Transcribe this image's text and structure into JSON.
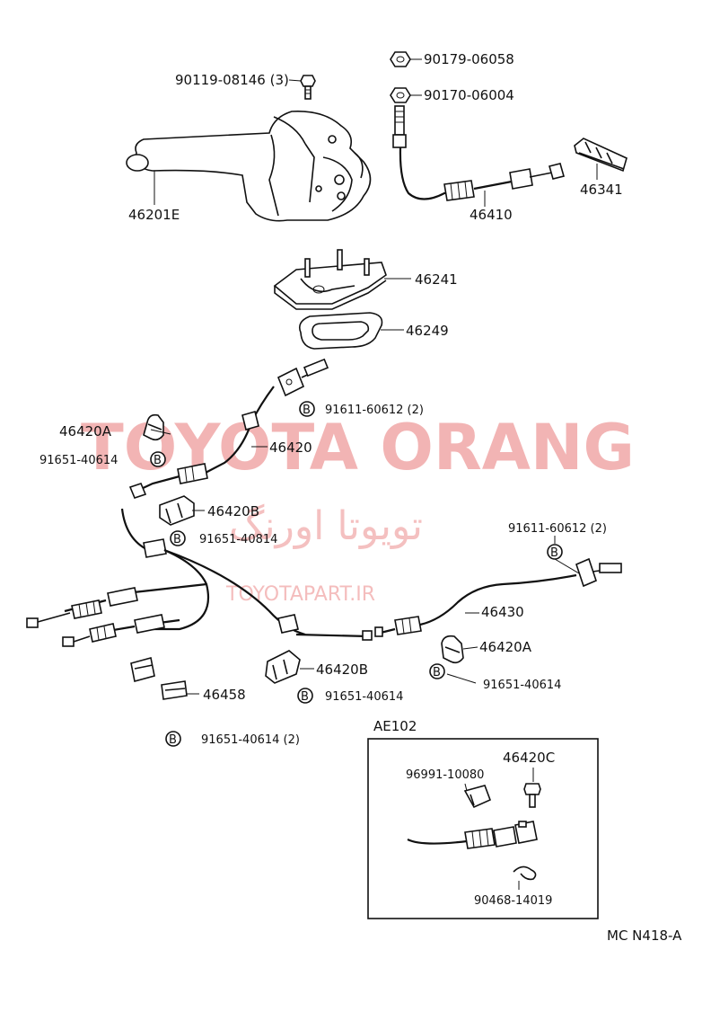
{
  "labels": {
    "b_90119": "90119-08146 (3)",
    "b_90179": "90179-06058",
    "b_90170": "90170-06004",
    "p_46201E": "46201E",
    "p_46410": "46410",
    "p_46341": "46341",
    "p_46241": "46241",
    "p_46249": "46249",
    "c_91611_top": "91611-60612 (2)",
    "p_46420A_left": "46420A",
    "p_46420": "46420",
    "c_91651_left": "91651-40614",
    "p_46420B_upper": "46420B",
    "c_91651_mid": "91651-40814",
    "c_91611_right": "91611-60612 (2)",
    "p_46430": "46430",
    "p_46420A_right": "46420A",
    "c_91651_right": "91651-40614",
    "p_46420B_lower": "46420B",
    "c_91651_lower": "91651-40614",
    "p_46458": "46458",
    "c_91651_bottom": "91651-40614 (2)",
    "inset_title": "AE102",
    "p_46420C": "46420C",
    "p_96991": "96991-10080",
    "p_90468": "90468-14019",
    "figure_code": "MC N418-A"
  },
  "callout_symbol": "B",
  "watermark": {
    "brand": "TOYOTA ORANG",
    "persian": "تویوتا اورنگ",
    "url": "TOYOTAPART.IR"
  }
}
